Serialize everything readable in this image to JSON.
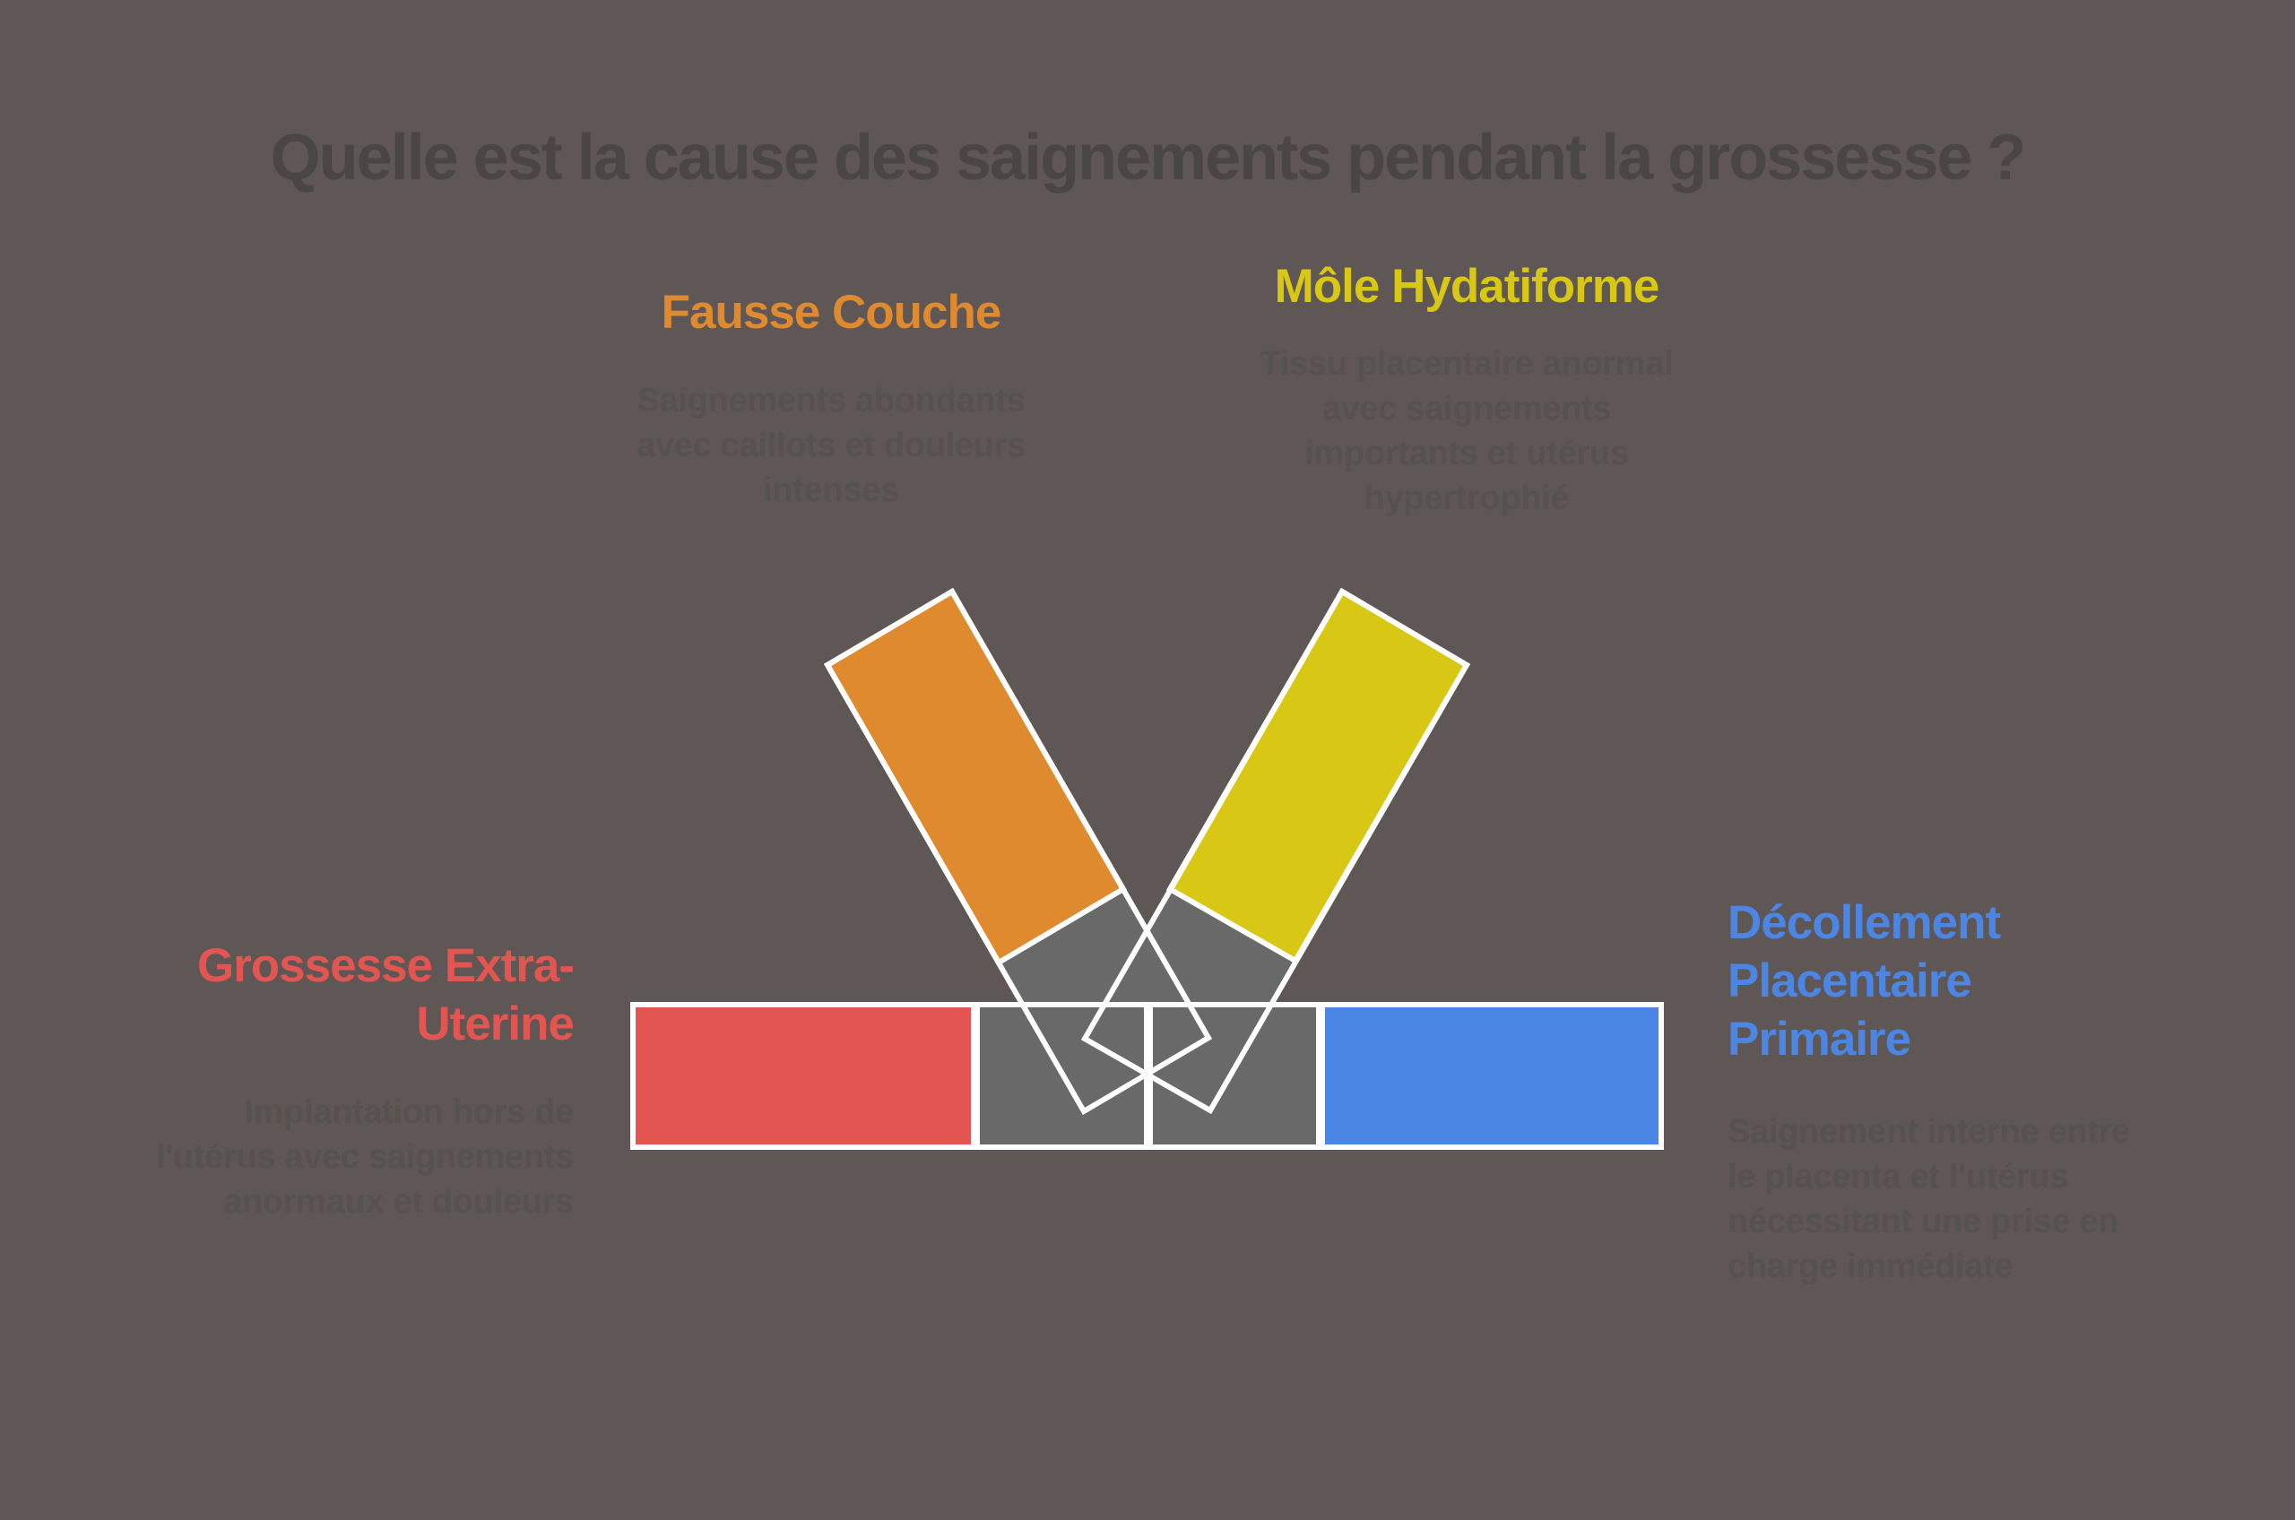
{
  "title": {
    "text": "Quelle est la cause des saignements pendant la grossesse ?"
  },
  "colors": {
    "background": "#5E5755",
    "outline": "#FFFFFF",
    "neutral_gray": "#696969",
    "title_text": "#4A4643",
    "description_text": "#56524F",
    "orange": "#DF8A2E",
    "yellow": "#D8C714",
    "red": "#E25551",
    "blue": "#4C86E4"
  },
  "sections": [
    {
      "id": "fausse-couche",
      "heading": "Fausse Couche",
      "description": "Saignements abondants\navec caillots et douleurs\nintenses",
      "color": "#DF8A2E",
      "shape": "orange-ribbon-left-arm-of-v"
    },
    {
      "id": "mole-hydatiforme",
      "heading": "Môle Hydatiforme",
      "description": "Tissu placentaire anormal\navec saignements\nimportants et utérus\nhypertrophié",
      "color": "#D8C714",
      "shape": "yellow-ribbon-right-arm-of-v"
    },
    {
      "id": "grossesse-extra-uterine",
      "heading": "Grossesse Extra-\nUterine",
      "description": "Implantation hors de\nl'utérus avec saignements\nanormaux et douleurs",
      "color": "#E25551",
      "shape": "red-bar-segment-left"
    },
    {
      "id": "decollement-placentaire-primaire",
      "heading": "Décollement\nPlacentaire\nPrimaire",
      "description": "Saignement interne entre\nle placenta et l'utérus\nnécessitant une prise en\ncharge immédiate",
      "color": "#4C86E4",
      "shape": "blue-bar-segment-right"
    }
  ],
  "diagram": {
    "description_of_graphic": "Horizontal bar (red, gray, gray, blue segments) crossed by two diagonal ribbons (orange and yellow) whose gray pointed tails form a V shape, all outlined in white"
  }
}
